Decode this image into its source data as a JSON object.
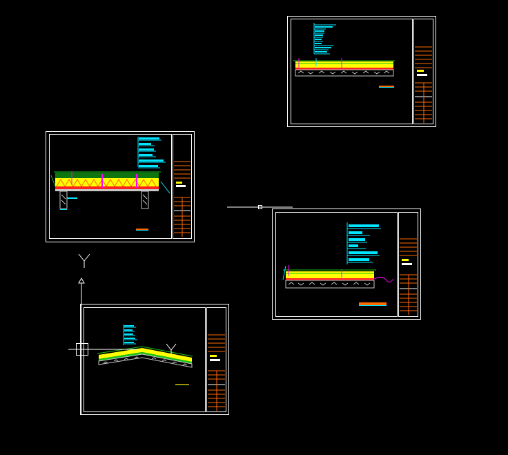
{
  "viewport": {
    "background": "#000000"
  },
  "colors": {
    "frame": "#ffffff",
    "titleblock": "#ff6a00",
    "cyan": "#00e5ff",
    "yellow": "#ffff00",
    "green": "#18c418",
    "magenta": "#ff00ff",
    "red": "#ff2020",
    "hatch": "#c8c8c8"
  },
  "sheets": [
    {
      "id": "sheet-a",
      "section": "flat",
      "note_rows": 8
    },
    {
      "id": "sheet-b",
      "section": "beam",
      "note_rows": 6
    },
    {
      "id": "sheet-c",
      "section": "flat-ramp",
      "note_rows": 6
    },
    {
      "id": "sheet-d",
      "section": "valley",
      "note_rows": 5
    }
  ],
  "icons": {
    "ucs": "ucs-axis-icon",
    "crosshair": "crosshair-cursor-icon"
  }
}
